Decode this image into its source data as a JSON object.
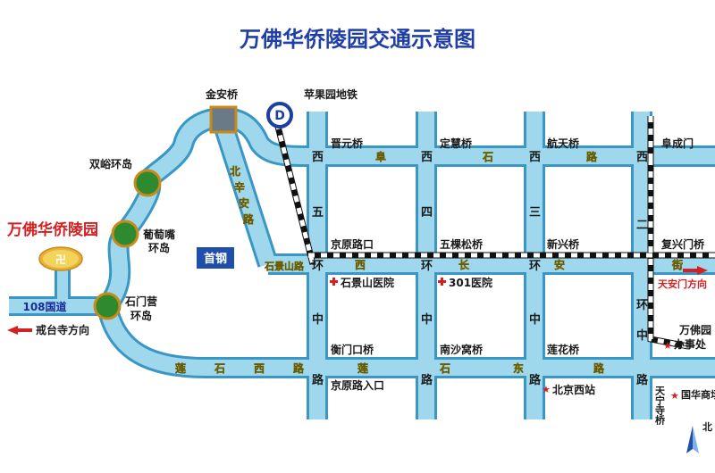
{
  "title": "万佛华侨陵园交通示意图",
  "colors": {
    "title": "#1f3fa6",
    "road_fill": "#9fd8ec",
    "road_edge": "#3a96c4",
    "cemetery_red": "#d42020",
    "interchange_green": "#2e8a2e",
    "metro_blue": "#1d3f9e",
    "shougang_box": "#1f4fa8",
    "marker_red": "#d42020"
  },
  "places": {
    "jinan_bridge": "金安桥",
    "pingguoyuan_metro": "苹果园地铁",
    "metro_symbol": "D",
    "shuangyu": "双峪环岛",
    "putaozui_line1": "葡萄嘴",
    "putaozui_line2": "环岛",
    "shimenying_line1": "石门营",
    "shimenying_line2": "环岛",
    "cemetery_name": "万佛华侨陵园",
    "guodao": "108国道",
    "jietaisi": "戒台寺方向",
    "shougang": "首钢",
    "jinyuan_bridge": "晋元桥",
    "dinghui_bridge": "定慧桥",
    "hangtian_bridge": "航天桥",
    "fuchengmen": "阜成门",
    "jingyuan_lukou": "京原路口",
    "wukesong_bridge": "五棵松桥",
    "xinxing_bridge": "新兴桥",
    "fuxingmen_bridge": "复兴门桥",
    "tiananmen": "天安门方向",
    "shijingshan_hospital": "石景山医院",
    "hospital_301": "301医院",
    "hengmenkou_bridge": "衡门口桥",
    "nanshawo_bridge": "南沙窝桥",
    "lianhua_bridge": "莲花桥",
    "wanfoyuan_line1": "万佛园",
    "wanfoyuan_line2": "办事处",
    "jingyuan_rukou": "京原路入口",
    "beijing_west": "北京西站",
    "tianning_temple": "天宁寺桥",
    "guohua_market": "国华商场",
    "north": "北"
  },
  "roads": {
    "fushi_road": [
      "阜",
      "石",
      "路"
    ],
    "changan_street": [
      "西",
      "长",
      "安",
      "街"
    ],
    "lianshi_west": [
      "莲",
      "石",
      "西",
      "路"
    ],
    "lianshi_east": [
      "莲",
      "石",
      "东",
      "路"
    ],
    "beixinan": [
      "北",
      "辛",
      "安",
      "路"
    ],
    "shijingshan_road": "石景山路",
    "west5": [
      "西",
      "五",
      "环",
      "中",
      "路"
    ],
    "west4": [
      "西",
      "四",
      "环",
      "中",
      "路"
    ],
    "west3": [
      "西",
      "三",
      "环",
      "中",
      "路"
    ],
    "west2": [
      "西",
      "二",
      "环",
      "中",
      "路"
    ]
  }
}
